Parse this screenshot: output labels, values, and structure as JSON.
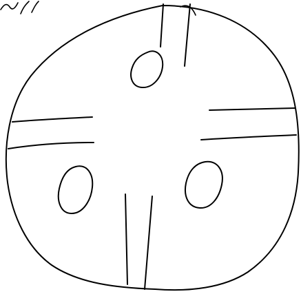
{
  "drawing": {
    "ink_color": "#000000",
    "background_color": "#ffffff",
    "elements": [
      "circle-outline",
      "top-gap-lines",
      "left-gap-lines",
      "right-gap-lines",
      "bottom-gap-lines",
      "top-hole",
      "left-hole",
      "right-hole",
      "top-left-scribble"
    ]
  }
}
